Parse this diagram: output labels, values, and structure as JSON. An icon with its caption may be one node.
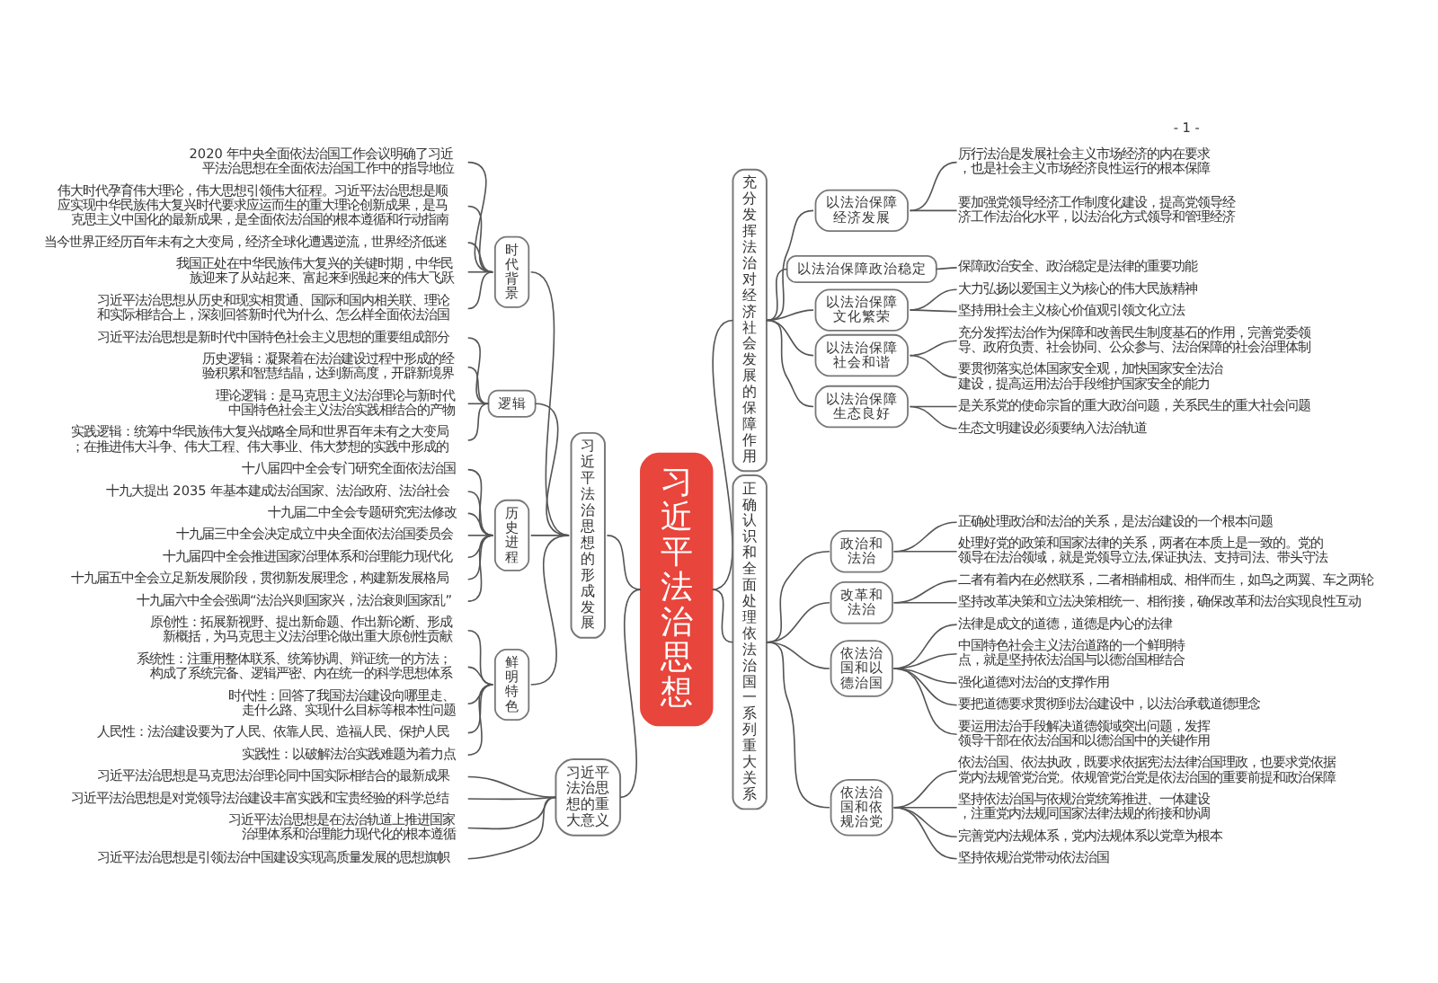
{
  "diagram": {
    "nodes": [
      {
        "text": [
          "习近平法治思想"
        ]
      },
      {
        "text": [
          "习近平法治思想的形成发展"
        ]
      },
      {
        "text": [
          "时代背景"
        ]
      },
      {
        "text": [
          "2020 年中央全面依法治国工作会议明确了习近平法治思想在全面依法治国工作中的指导地位"
        ]
      },
      {
        "text": [
          "伟大时代孕育伟大理论，伟大思想引领伟大征程。习近平法治思想是顺应实现中华民族伟大复兴时代要求应运而生的重大理论创新成果，是马克思主义中国化的最新成果，是全面依法治国的根本遵循和行动指南"
        ]
      },
      {
        "text": [
          "当今世界正经历百年未有之大变局，经济全球化遭遇逆流，世界经济低迷"
        ]
      },
      {
        "text": [
          "我国正处在中华民族伟大复兴的关键时期，中华民族迎来了从站起来、富起来到强起来的伟大飞跃"
        ]
      },
      {
        "text": [
          "习近平法治思想从历史和现实相贯通、国际和国内相关联、理论和实际相结合上，深刻回答新时代为什么、怎么样全面依法治国"
        ]
      },
      {
        "text": [
          "逻辑"
        ]
      },
      {
        "text": [
          "习近平法治思想是新时代中国特色社会主义思想的重要组成部分"
        ]
      },
      {
        "text": [
          "历史逻辑：凝聚着在法治建设过程中形成的经验积累和智慧结晶，达到新高度，开辟新境界"
        ]
      },
      {
        "text": [
          "理论逻辑：是马克思主义法治理论与新时代中国特色社会主义法治实践相结合的产物"
        ]
      },
      {
        "text": [
          "实践逻辑：统筹中华民族伟大复兴战略全局和世界百年未有之大变局；在推进伟大斗争、伟大工程、伟大事业、伟大梦想的实践中形成的"
        ]
      },
      {
        "text": [
          "历史进程"
        ]
      },
      {
        "text": [
          "十八届四中全会专门研究全面依法治国"
        ]
      },
      {
        "text": [
          "十九大提出 2035 年基本建成法治国家、法治政府、法治社会"
        ]
      },
      {
        "text": [
          "十九届二中全会专题研究宪法修改"
        ]
      },
      {
        "text": [
          "十九届三中全会决定成立中央全面依法治国委员会"
        ]
      },
      {
        "text": [
          "十九届四中全会推进国家治理体系和治理能力现代化"
        ]
      },
      {
        "text": [
          "十九届五中全会立足新发展阶段，贯彻新发展理念，构建新发展格局"
        ]
      },
      {
        "text": [
          "十九届六中全会强调“法治兴则国家兴，法治衰则国家乱”"
        ]
      },
      {
        "text": [
          "鲜明特色"
        ]
      },
      {
        "text": [
          "原创性：拓展新视野、提出新命题、作出新论断、形成新概括，为马克思主义法治理论做出重大原创性贡献"
        ]
      },
      {
        "text": [
          "系统性：注重用整体联系、统筹协调、辩证统一的方法；构成了系统完备、逻辑严密、内在统一的科学思想体系"
        ]
      },
      {
        "text": [
          "时代性：回答了我国法治建设向哪里走、走什么路、实现什么目标等根本性问题"
        ]
      },
      {
        "text": [
          "人民性：法治建设要为了人民、依靠人民、造福人民、保护人民"
        ]
      },
      {
        "text": [
          "实践性：以破解法治实践难题为着力点"
        ]
      },
      {
        "text": [
          "习近平法治思想的重大意义"
        ]
      },
      {
        "text": [
          "习近平法治思想是马克思法治理论同中国实际相结合的最新成果"
        ]
      },
      {
        "text": [
          "习近平法治思想是对党领导法治建设丰富实践和宝贵经验的科学总结"
        ]
      },
      {
        "text": [
          "习近平法治思想是在法治轨道上推进国家治理体系和治理能力现代化的根本遵循"
        ]
      },
      {
        "text": [
          "习近平法治思想是引领法治中国建设实现高质量发展的思想旗帜"
        ]
      },
      {
        "text": [
          "充分发挥法治对经济社会发展的保障作用"
        ]
      },
      {
        "text": [
          "以法治保障经济发展"
        ]
      },
      {
        "text": [
          "厉行法治是发展社会主义市场经济的内在要求，也是社会主义市场经济良性运行的根本保障"
        ]
      },
      {
        "text": [
          "要加强党领导经济工作制度化建设，提高党领导经济工作法治化水平，以法治化方式领导和管理经济"
        ]
      },
      {
        "text": [
          "以法治保障政治稳定"
        ]
      },
      {
        "text": [
          "保障政治安全、政治稳定是法律的重要功能"
        ]
      },
      {
        "text": [
          "以法治保障文化繁荣"
        ]
      },
      {
        "text": [
          "大力弘扬以爱国主义为核心的伟大民族精神"
        ]
      },
      {
        "text": [
          "坚持用社会主义核心价值观引领文化立法"
        ]
      },
      {
        "text": [
          "以法治保障社会和谐"
        ]
      },
      {
        "text": [
          "充分发挥法治作为保障和改善民生制度基石的作用，完善党委领导、政府负责、社会协同、公众参与、法治保障的社会治理体制"
        ]
      },
      {
        "text": [
          "要贯彻落实总体国家安全观，加快国家安全法治建设，提高运用法治手段维护国家安全的能力"
        ]
      },
      {
        "text": [
          "以法治保障生态良好"
        ]
      },
      {
        "text": [
          "是关系党的使命宗旨的重大政治问题，关系民生的重大社会问题"
        ]
      },
      {
        "text": [
          "生态文明建设必须要纳入法治轨道"
        ]
      },
      {
        "text": [
          "正确认识和全面处理依法治国一系列重大关系"
        ]
      },
      {
        "text": [
          "政治和法治"
        ]
      },
      {
        "text": [
          "正确处理政治和法治的关系，是法治建设的一个根本问题"
        ]
      },
      {
        "text": [
          "处理好党的政策和国家法律的关系，两者在本质上是一致的。党的领导在法治领域，就是党领导立法,保证执法、支持司法、带头守法"
        ]
      },
      {
        "text": [
          "改革和法治"
        ]
      },
      {
        "text": [
          "二者有着内在必然联系，二者相辅相成、相伴而生，如鸟之两翼、车之两轮"
        ]
      },
      {
        "text": [
          "坚持改革决策和立法决策相统一、相衔接，确保改革和法治实现良性互动"
        ]
      },
      {
        "text": [
          "依法治国和以德治国"
        ]
      },
      {
        "text": [
          "法律是成文的道德，道德是内心的法律"
        ]
      },
      {
        "text": [
          "中国特色社会主义法治道路的一个鲜明特点，就是坚持依法治国与以德治国相结合"
        ]
      },
      {
        "text": [
          "强化道德对法治的支撑作用"
        ]
      },
      {
        "text": [
          "要把道德要求贯彻到法治建设中，以法治承载道德理念"
        ]
      },
      {
        "text": [
          "要运用法治手段解决道德领域突出问题，发挥领导干部在依法治国和以德治国中的关键作用"
        ]
      },
      {
        "text": [
          "依法治国和依规治党"
        ]
      },
      {
        "text": [
          "依法治国、依法执政，既要求依据宪法法律治国理政，也要求党依据党内法规管党治党。依规管党治党是依法治国的重要前提和政治保障"
        ]
      },
      {
        "text": [
          "坚持依法治国与依规治党统筹推进、一体建设，注重党内法规同国家法律法规的衔接和协调"
        ]
      },
      {
        "text": [
          "完善党内法规体系，党内法规体系以党章为根本"
        ]
      },
      {
        "text": [
          "坚持依规治党带动依法治国"
        ]
      }
    ],
    "edges": [
      {
        "from": 0,
        "to": 1,
        "arrow": "none"
      },
      {
        "from": 1,
        "to": 2,
        "arrow": "none"
      },
      {
        "from": 2,
        "to": 3,
        "arrow": "none"
      },
      {
        "from": 2,
        "to": 4,
        "arrow": "none"
      },
      {
        "from": 2,
        "to": 5,
        "arrow": "none"
      },
      {
        "from": 2,
        "to": 6,
        "arrow": "none"
      },
      {
        "from": 2,
        "to": 7,
        "arrow": "none"
      },
      {
        "from": 1,
        "to": 8,
        "arrow": "none"
      },
      {
        "from": 8,
        "to": 9,
        "arrow": "none"
      },
      {
        "from": 8,
        "to": 10,
        "arrow": "none"
      },
      {
        "from": 8,
        "to": 11,
        "arrow": "none"
      },
      {
        "from": 8,
        "to": 12,
        "arrow": "none"
      },
      {
        "from": 1,
        "to": 13,
        "arrow": "none"
      },
      {
        "from": 13,
        "to": 14,
        "arrow": "none"
      },
      {
        "from": 13,
        "to": 15,
        "arrow": "none"
      },
      {
        "from": 13,
        "to": 16,
        "arrow": "none"
      },
      {
        "from": 13,
        "to": 17,
        "arrow": "none"
      },
      {
        "from": 13,
        "to": 18,
        "arrow": "none"
      },
      {
        "from": 13,
        "to": 19,
        "arrow": "none"
      },
      {
        "from": 13,
        "to": 20,
        "arrow": "none"
      },
      {
        "from": 1,
        "to": 21,
        "arrow": "none"
      },
      {
        "from": 21,
        "to": 22,
        "arrow": "none"
      },
      {
        "from": 21,
        "to": 23,
        "arrow": "none"
      },
      {
        "from": 21,
        "to": 24,
        "arrow": "none"
      },
      {
        "from": 21,
        "to": 25,
        "arrow": "none"
      },
      {
        "from": 21,
        "to": 26,
        "arrow": "none"
      },
      {
        "from": 0,
        "to": 27,
        "arrow": "none"
      },
      {
        "from": 27,
        "to": 28,
        "arrow": "none"
      },
      {
        "from": 27,
        "to": 29,
        "arrow": "none"
      },
      {
        "from": 27,
        "to": 30,
        "arrow": "none"
      },
      {
        "from": 27,
        "to": 31,
        "arrow": "none"
      },
      {
        "from": 0,
        "to": 32,
        "arrow": "none"
      },
      {
        "from": 32,
        "to": 33,
        "arrow": "none"
      },
      {
        "from": 33,
        "to": 34,
        "arrow": "none"
      },
      {
        "from": 33,
        "to": 35,
        "arrow": "none"
      },
      {
        "from": 32,
        "to": 36,
        "arrow": "none"
      },
      {
        "from": 36,
        "to": 37,
        "arrow": "none"
      },
      {
        "from": 32,
        "to": 38,
        "arrow": "none"
      },
      {
        "from": 38,
        "to": 39,
        "arrow": "none"
      },
      {
        "from": 38,
        "to": 40,
        "arrow": "none"
      },
      {
        "from": 32,
        "to": 41,
        "arrow": "none"
      },
      {
        "from": 41,
        "to": 42,
        "arrow": "none"
      },
      {
        "from": 41,
        "to": 43,
        "arrow": "none"
      },
      {
        "from": 32,
        "to": 44,
        "arrow": "none"
      },
      {
        "from": 44,
        "to": 45,
        "arrow": "none"
      },
      {
        "from": 44,
        "to": 46,
        "arrow": "none"
      },
      {
        "from": 0,
        "to": 47,
        "arrow": "none"
      },
      {
        "from": 47,
        "to": 48,
        "arrow": "none"
      },
      {
        "from": 48,
        "to": 49,
        "arrow": "none"
      },
      {
        "from": 48,
        "to": 50,
        "arrow": "none"
      },
      {
        "from": 47,
        "to": 51,
        "arrow": "none"
      },
      {
        "from": 51,
        "to": 52,
        "arrow": "none"
      },
      {
        "from": 51,
        "to": 53,
        "arrow": "none"
      },
      {
        "from": 47,
        "to": 54,
        "arrow": "none"
      },
      {
        "from": 54,
        "to": 55,
        "arrow": "none"
      },
      {
        "from": 54,
        "to": 56,
        "arrow": "none"
      },
      {
        "from": 54,
        "to": 57,
        "arrow": "none"
      },
      {
        "from": 54,
        "to": 58,
        "arrow": "none"
      },
      {
        "from": 54,
        "to": 59,
        "arrow": "none"
      },
      {
        "from": 47,
        "to": 60,
        "arrow": "none"
      },
      {
        "from": 60,
        "to": 61,
        "arrow": "none"
      },
      {
        "from": 60,
        "to": 62,
        "arrow": "none"
      },
      {
        "from": 60,
        "to": 63,
        "arrow": "none"
      },
      {
        "from": 60,
        "to": 64,
        "arrow": "none"
      }
    ],
    "labels": [
      "- 1 -"
    ]
  }
}
